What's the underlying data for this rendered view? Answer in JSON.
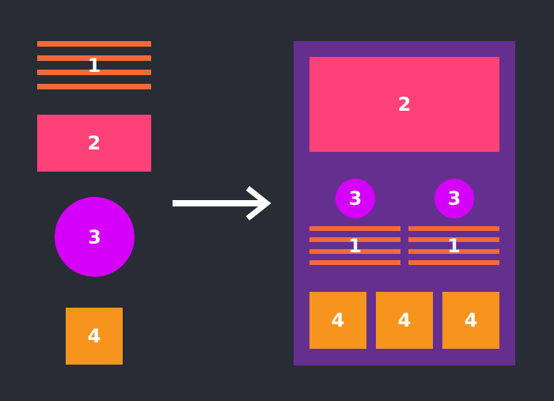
{
  "colors": {
    "background": "#282c34",
    "stripe": "#f26a3a",
    "rect": "#ff4179",
    "circle": "#d500f9",
    "square": "#f7941e",
    "container": "#652f90",
    "arrow": "#ffffff",
    "text": "#ffffff"
  },
  "source": {
    "stripes_label": "1",
    "rect_label": "2",
    "circle_label": "3",
    "square_label": "4"
  },
  "layout_result": {
    "hero_label": "2",
    "circle_labels": [
      "3",
      "3"
    ],
    "stripe_labels": [
      "1",
      "1"
    ],
    "square_labels": [
      "4",
      "4",
      "4"
    ]
  }
}
